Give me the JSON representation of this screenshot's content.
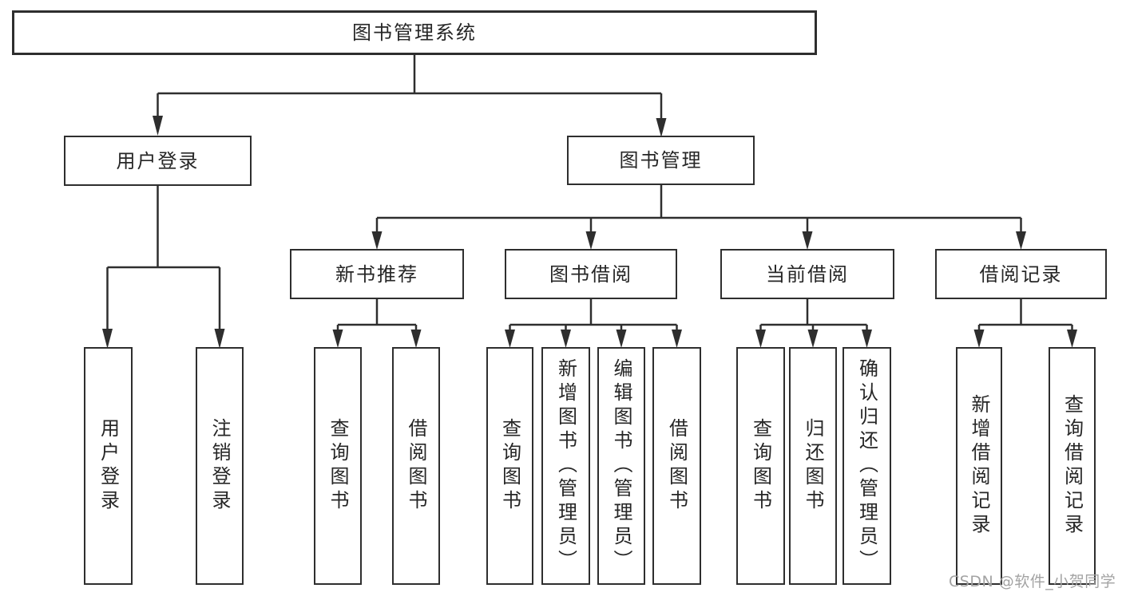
{
  "title": "图书管理系统",
  "colors": {
    "line": "#2e2e2e",
    "border": "#2e2e2e",
    "text": "#262626",
    "background": "#ffffff",
    "watermark": "#a3a3a3"
  },
  "tree": {
    "root": "图书管理系统",
    "children": [
      {
        "label": "用户登录",
        "children": [
          "用户登录",
          "注销登录"
        ]
      },
      {
        "label": "图书管理",
        "children": [
          {
            "label": "新书推荐",
            "children": [
              "查询图书",
              "借阅图书"
            ]
          },
          {
            "label": "图书借阅",
            "children": [
              "查询图书",
              "新增图书（管理员）",
              "编辑图书（管理员）",
              "借阅图书"
            ]
          },
          {
            "label": "当前借阅",
            "children": [
              "查询图书",
              "归还图书",
              "确认归还（管理员）"
            ]
          },
          {
            "label": "借阅记录",
            "children": [
              "新增借阅记录",
              "查询借阅记录"
            ]
          }
        ]
      }
    ]
  },
  "watermark": {
    "text": "CSDN @软件_小贺同学"
  }
}
